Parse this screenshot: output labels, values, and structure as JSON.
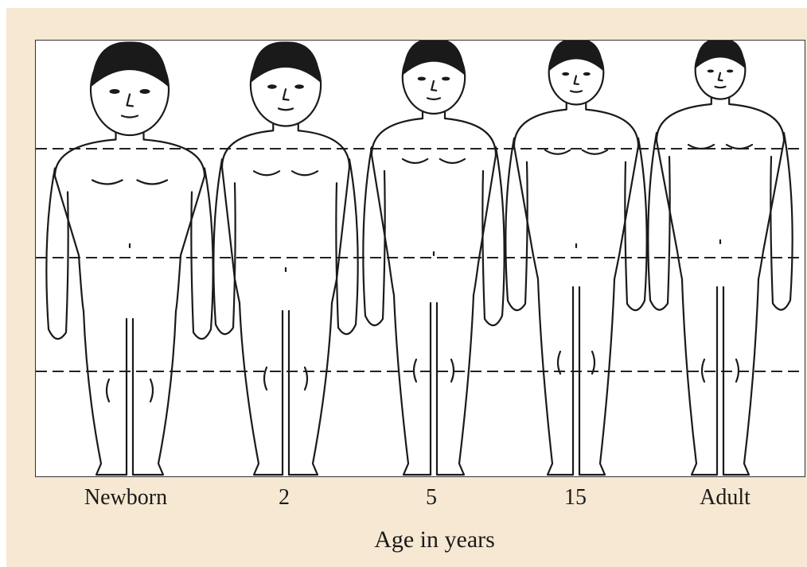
{
  "figures": [
    {
      "label": "Newborn"
    },
    {
      "label": "2"
    },
    {
      "label": "5"
    },
    {
      "label": "15"
    },
    {
      "label": "Adult"
    }
  ],
  "axis_title": "Age in years",
  "colors": {
    "background": "#f6e8d2",
    "panel": "#ffffff",
    "ink": "#1a1a1a"
  }
}
